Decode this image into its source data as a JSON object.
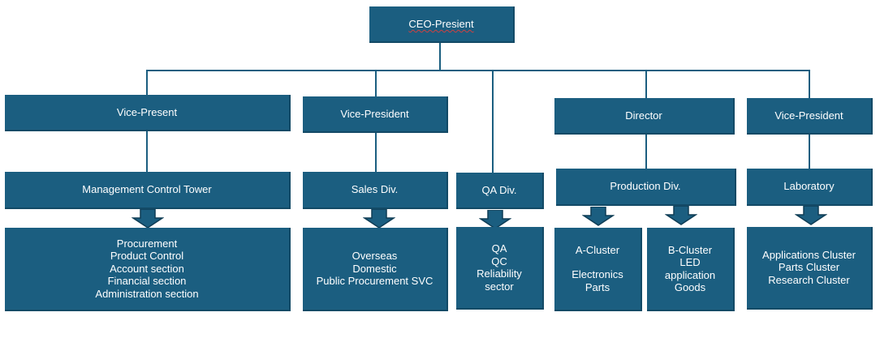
{
  "ceo": {
    "title": "CEO-Presient"
  },
  "colors": {
    "box_fill": "#1b5e80",
    "connector": "#1b5e80",
    "background": "#ffffff"
  },
  "columns": [
    {
      "head": "Vice-Present",
      "division": "Management Control Tower",
      "groups": [
        {
          "lines": [
            "Procurement",
            "Product Control",
            "Account section",
            "Financial section",
            "Administration section"
          ]
        }
      ]
    },
    {
      "head": "Vice-President",
      "division": "Sales Div.",
      "groups": [
        {
          "lines": [
            "Overseas",
            "Domestic",
            "Public Procurement SVC"
          ]
        }
      ]
    },
    {
      "head": "",
      "division": "QA Div.",
      "groups": [
        {
          "lines": [
            "QA",
            "QC",
            "Reliability",
            "sector"
          ]
        }
      ]
    },
    {
      "head": "Director",
      "division": "Production Div.",
      "groups": [
        {
          "lines": [
            "A-Cluster",
            "",
            "Electronics",
            "Parts"
          ]
        },
        {
          "lines": [
            "B-Cluster",
            "LED",
            "application",
            "Goods"
          ]
        }
      ]
    },
    {
      "head": "Vice-President",
      "division": "Laboratory",
      "groups": [
        {
          "lines": [
            "Applications Cluster",
            "Parts Cluster",
            "Research Cluster"
          ]
        }
      ]
    }
  ]
}
